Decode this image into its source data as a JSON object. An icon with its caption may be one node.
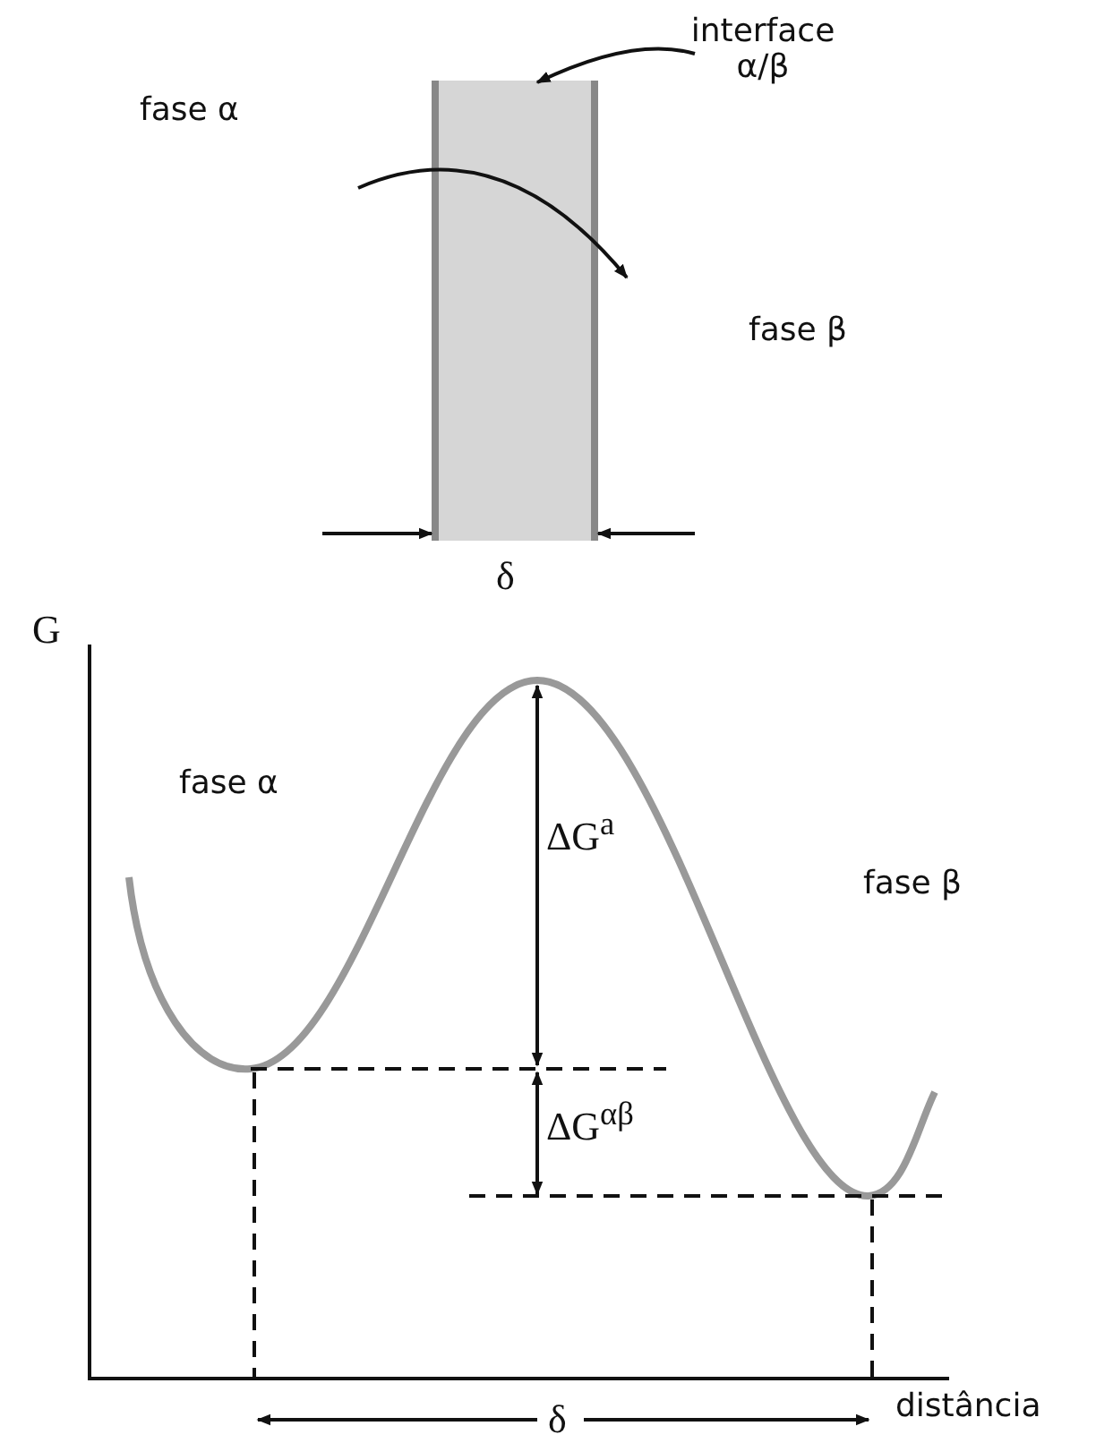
{
  "diagram": {
    "nodes": [
      {
        "text": [
          "interface α/β"
        ]
      },
      {
        "text": [],
        "shape": "box"
      }
    ],
    "edges": [
      {
        "from": 0,
        "to": 1,
        "arrow": "to"
      }
    ],
    "labels": [
      "fase α",
      "fase β",
      "δ",
      "G",
      "fase α",
      "ΔG$^{a}$",
      "fase β",
      "ΔG$^{αβ}$",
      "δ",
      "distância"
    ]
  }
}
